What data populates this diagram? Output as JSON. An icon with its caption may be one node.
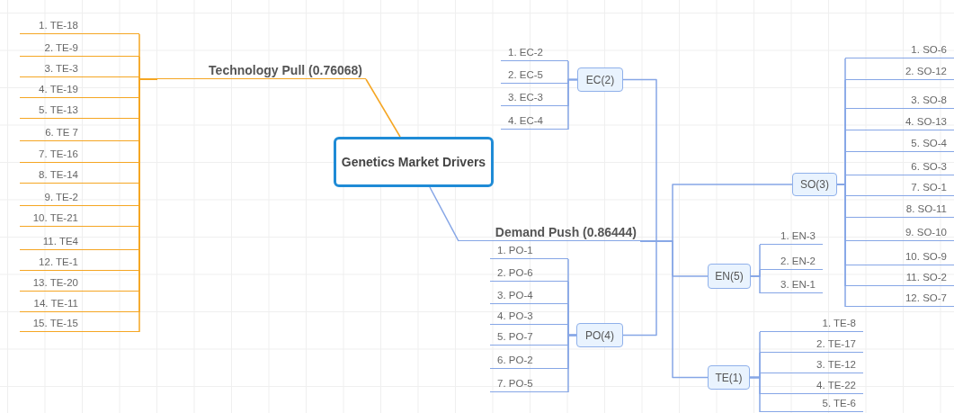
{
  "diagram": {
    "nodes": [
      {
        "text": [
          "Genetics Market Drivers"
        ]
      },
      {
        "text": [
          "Technology Pull (0.76068)"
        ]
      },
      {
        "text": [
          "1. TE-18"
        ]
      },
      {
        "text": [
          "2. TE-9"
        ]
      },
      {
        "text": [
          "3. TE-3"
        ]
      },
      {
        "text": [
          "4. TE-19"
        ]
      },
      {
        "text": [
          "5. TE-13"
        ]
      },
      {
        "text": [
          "6. TE 7"
        ]
      },
      {
        "text": [
          "7. TE-16"
        ]
      },
      {
        "text": [
          "8. TE-14"
        ]
      },
      {
        "text": [
          "9. TE-2"
        ]
      },
      {
        "text": [
          "10. TE-21"
        ]
      },
      {
        "text": [
          "11. TE4"
        ]
      },
      {
        "text": [
          "12. TE-1"
        ]
      },
      {
        "text": [
          "13. TE-20"
        ]
      },
      {
        "text": [
          "14. TE-11"
        ]
      },
      {
        "text": [
          "15. TE-15"
        ]
      },
      {
        "text": [
          "Demand Push (0.86444)"
        ]
      },
      {
        "text": [
          "EC(2)"
        ]
      },
      {
        "text": [
          "1. EC-2"
        ]
      },
      {
        "text": [
          "2. EC-5"
        ]
      },
      {
        "text": [
          "3. EC-3"
        ]
      },
      {
        "text": [
          "4. EC-4"
        ]
      },
      {
        "text": [
          "SO(3)"
        ]
      },
      {
        "text": [
          "1. SO-6"
        ]
      },
      {
        "text": [
          "2. SO-12"
        ]
      },
      {
        "text": [
          "3. SO-8"
        ]
      },
      {
        "text": [
          "4. SO-13"
        ]
      },
      {
        "text": [
          "5. SO-4"
        ]
      },
      {
        "text": [
          "6. SO-3"
        ]
      },
      {
        "text": [
          "7. SO-1"
        ]
      },
      {
        "text": [
          "8. SO-11"
        ]
      },
      {
        "text": [
          "9. SO-10"
        ]
      },
      {
        "text": [
          "10. SO-9"
        ]
      },
      {
        "text": [
          "11. SO-2"
        ]
      },
      {
        "text": [
          "12. SO-7"
        ]
      },
      {
        "text": [
          "EN(5)"
        ]
      },
      {
        "text": [
          "1. EN-3"
        ]
      },
      {
        "text": [
          "2. EN-2"
        ]
      },
      {
        "text": [
          "3. EN-1"
        ]
      },
      {
        "text": [
          "PO(4)"
        ]
      },
      {
        "text": [
          "1. PO-1"
        ]
      },
      {
        "text": [
          "2. PO-6"
        ]
      },
      {
        "text": [
          "3. PO-4"
        ]
      },
      {
        "text": [
          "4. PO-3"
        ]
      },
      {
        "text": [
          "5. PO-7"
        ]
      },
      {
        "text": [
          "6. PO-2"
        ]
      },
      {
        "text": [
          "7. PO-5"
        ]
      },
      {
        "text": [
          "TE(1)"
        ]
      },
      {
        "text": [
          "1. TE-8"
        ]
      },
      {
        "text": [
          "2. TE-17"
        ]
      },
      {
        "text": [
          "3. TE-12"
        ]
      },
      {
        "text": [
          "4. TE-22"
        ]
      },
      {
        "text": [
          "5. TE-6"
        ]
      }
    ],
    "edges": [
      {
        "from": 0,
        "to": 1,
        "arrow": "none",
        "color": "#f5a623"
      },
      {
        "from": 1,
        "to": 2,
        "arrow": "none",
        "color": "#f5a623"
      },
      {
        "from": 1,
        "to": 3,
        "arrow": "none",
        "color": "#f5a623"
      },
      {
        "from": 1,
        "to": 4,
        "arrow": "none",
        "color": "#f5a623"
      },
      {
        "from": 1,
        "to": 5,
        "arrow": "none",
        "color": "#f5a623"
      },
      {
        "from": 1,
        "to": 6,
        "arrow": "none",
        "color": "#f5a623"
      },
      {
        "from": 1,
        "to": 7,
        "arrow": "none",
        "color": "#f5a623"
      },
      {
        "from": 1,
        "to": 8,
        "arrow": "none",
        "color": "#f5a623"
      },
      {
        "from": 1,
        "to": 9,
        "arrow": "none",
        "color": "#f5a623"
      },
      {
        "from": 1,
        "to": 10,
        "arrow": "none",
        "color": "#f5a623"
      },
      {
        "from": 1,
        "to": 11,
        "arrow": "none",
        "color": "#f5a623"
      },
      {
        "from": 1,
        "to": 12,
        "arrow": "none",
        "color": "#f5a623"
      },
      {
        "from": 1,
        "to": 13,
        "arrow": "none",
        "color": "#f5a623"
      },
      {
        "from": 1,
        "to": 14,
        "arrow": "none",
        "color": "#f5a623"
      },
      {
        "from": 1,
        "to": 15,
        "arrow": "none",
        "color": "#f5a623"
      },
      {
        "from": 1,
        "to": 16,
        "arrow": "none",
        "color": "#f5a623"
      },
      {
        "from": 0,
        "to": 17,
        "arrow": "none"
      },
      {
        "from": 17,
        "to": 18,
        "arrow": "none"
      },
      {
        "from": 18,
        "to": 19,
        "arrow": "none"
      },
      {
        "from": 18,
        "to": 20,
        "arrow": "none"
      },
      {
        "from": 18,
        "to": 21,
        "arrow": "none"
      },
      {
        "from": 18,
        "to": 22,
        "arrow": "none"
      },
      {
        "from": 17,
        "to": 23,
        "arrow": "none"
      },
      {
        "from": 23,
        "to": 24,
        "arrow": "none"
      },
      {
        "from": 23,
        "to": 25,
        "arrow": "none"
      },
      {
        "from": 23,
        "to": 26,
        "arrow": "none"
      },
      {
        "from": 23,
        "to": 27,
        "arrow": "none"
      },
      {
        "from": 23,
        "to": 28,
        "arrow": "none"
      },
      {
        "from": 23,
        "to": 29,
        "arrow": "none"
      },
      {
        "from": 23,
        "to": 30,
        "arrow": "none"
      },
      {
        "from": 23,
        "to": 31,
        "arrow": "none"
      },
      {
        "from": 23,
        "to": 32,
        "arrow": "none"
      },
      {
        "from": 23,
        "to": 33,
        "arrow": "none"
      },
      {
        "from": 23,
        "to": 34,
        "arrow": "none"
      },
      {
        "from": 23,
        "to": 35,
        "arrow": "none"
      },
      {
        "from": 17,
        "to": 36,
        "arrow": "none"
      },
      {
        "from": 36,
        "to": 37,
        "arrow": "none"
      },
      {
        "from": 36,
        "to": 38,
        "arrow": "none"
      },
      {
        "from": 36,
        "to": 39,
        "arrow": "none"
      },
      {
        "from": 17,
        "to": 40,
        "arrow": "none"
      },
      {
        "from": 40,
        "to": 41,
        "arrow": "none"
      },
      {
        "from": 40,
        "to": 42,
        "arrow": "none"
      },
      {
        "from": 40,
        "to": 43,
        "arrow": "none"
      },
      {
        "from": 40,
        "to": 44,
        "arrow": "none"
      },
      {
        "from": 40,
        "to": 45,
        "arrow": "none"
      },
      {
        "from": 40,
        "to": 46,
        "arrow": "none"
      },
      {
        "from": 40,
        "to": 47,
        "arrow": "none"
      },
      {
        "from": 17,
        "to": 48,
        "arrow": "none"
      },
      {
        "from": 48,
        "to": 49,
        "arrow": "none"
      },
      {
        "from": 48,
        "to": 50,
        "arrow": "none"
      },
      {
        "from": 48,
        "to": 51,
        "arrow": "none"
      },
      {
        "from": 48,
        "to": 52,
        "arrow": "none"
      },
      {
        "from": 48,
        "to": 53,
        "arrow": "none"
      }
    ]
  }
}
